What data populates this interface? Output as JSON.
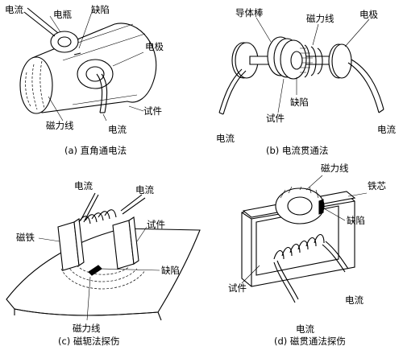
{
  "panels": [
    {
      "id": "a",
      "caption": "(a) 直角通电法",
      "labels": {
        "current": "电流",
        "electrode_bottle": "电瓶",
        "defect": "缺陷",
        "electrode": "电极",
        "specimen": "试件",
        "magnetic_line": "磁力线",
        "current_out": "电流"
      }
    },
    {
      "id": "b",
      "caption": "(b) 电流贯通法",
      "labels": {
        "conductor_rod": "导体棒",
        "magnetic_line": "磁力线",
        "electrode": "电极",
        "defect": "缺陷",
        "specimen": "试件",
        "current_left": "电流",
        "current_right": "电流"
      }
    },
    {
      "id": "c",
      "caption": "(c) 磁轭法探伤",
      "labels": {
        "current_1": "电流",
        "current_2": "电流",
        "yoke": "磁铁",
        "specimen": "试件",
        "defect": "缺陷",
        "magnetic_line": "磁力线"
      }
    },
    {
      "id": "d",
      "caption": "(d) 磁贯通法探伤",
      "labels": {
        "magnetic_line": "磁力线",
        "iron_core": "铁芯",
        "defect": "缺陷",
        "specimen": "试件",
        "current_1": "电流",
        "current_2": "电流"
      }
    }
  ]
}
